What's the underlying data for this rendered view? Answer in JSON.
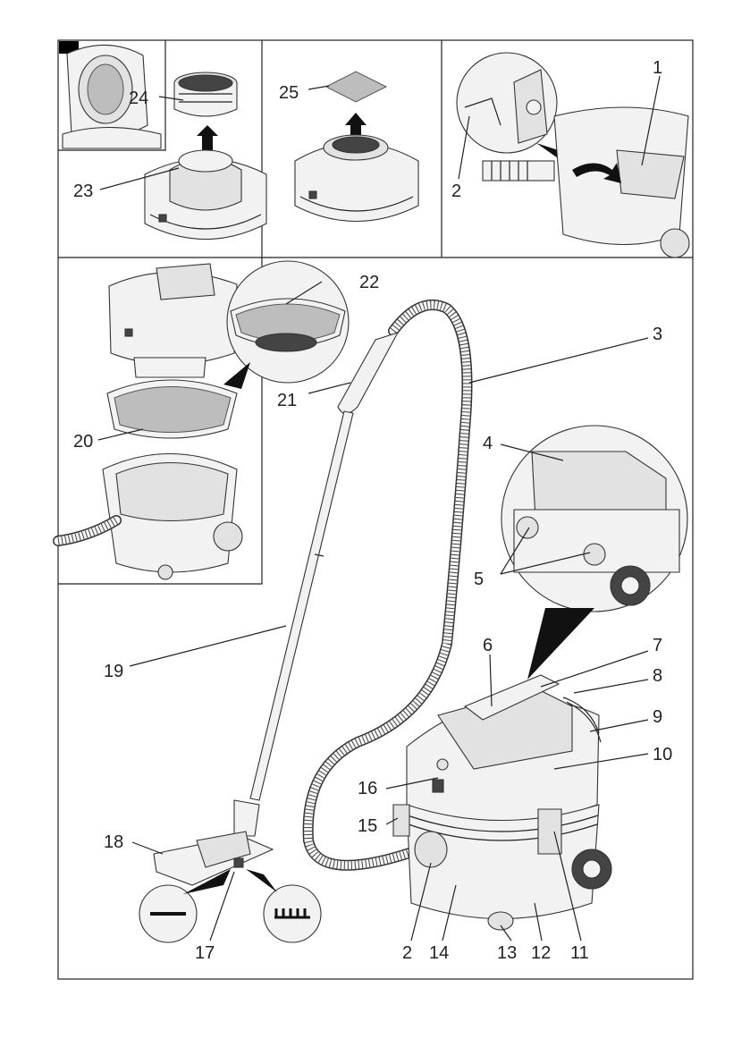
{
  "labels": {
    "l1": "1",
    "l2a": "2",
    "l2b": "2",
    "l3": "3",
    "l4": "4",
    "l5": "5",
    "l6": "6",
    "l7": "7",
    "l8": "8",
    "l9": "9",
    "l10": "10",
    "l11": "11",
    "l12": "12",
    "l13": "13",
    "l14": "14",
    "l15": "15",
    "l16": "16",
    "l17": "17",
    "l18": "18",
    "l19": "19",
    "l20": "20",
    "l21": "21",
    "l22": "22",
    "l23": "23",
    "l24": "24",
    "l25": "25"
  },
  "icons": {
    "floor_mode": "hard-floor-symbol",
    "carpet_mode": "carpet-brush-symbol"
  },
  "colors": {
    "line": "#222222",
    "filter": "#bdbdbd",
    "marker": "#000000"
  }
}
